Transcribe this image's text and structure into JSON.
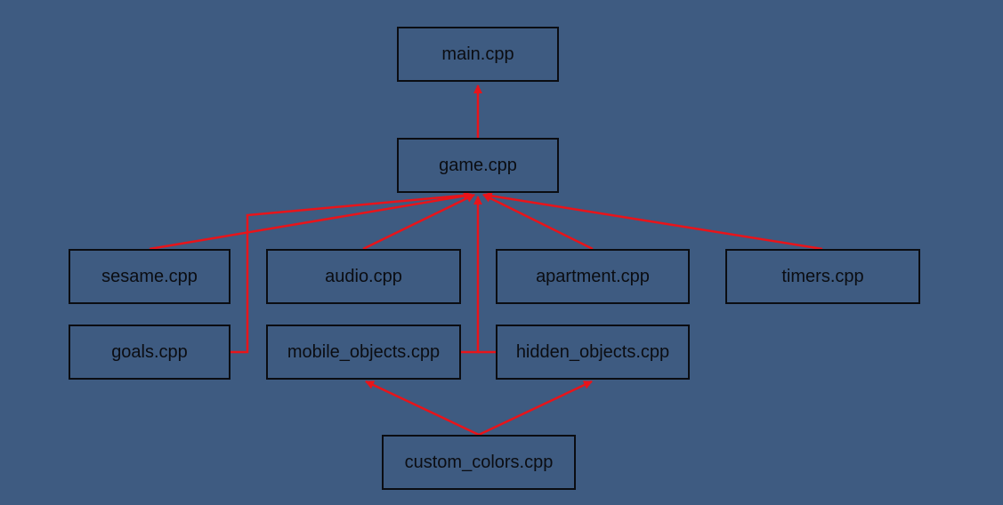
{
  "colors": {
    "background": "#3e5b81",
    "edge": "#e8141a",
    "box_border": "#0b0d12",
    "text": "#0b0d12"
  },
  "nodes": {
    "main": "main.cpp",
    "game": "game.cpp",
    "sesame": "sesame.cpp",
    "audio": "audio.cpp",
    "apartment": "apartment.cpp",
    "timers": "timers.cpp",
    "goals": "goals.cpp",
    "mobile_objects": "mobile_objects.cpp",
    "hidden_objects": "hidden_objects.cpp",
    "custom_colors": "custom_colors.cpp"
  },
  "edges": [
    {
      "from": "game",
      "to": "main"
    },
    {
      "from": "sesame",
      "to": "game"
    },
    {
      "from": "audio",
      "to": "game"
    },
    {
      "from": "apartment",
      "to": "game"
    },
    {
      "from": "timers",
      "to": "game"
    },
    {
      "from": "goals",
      "to": "game"
    },
    {
      "from": "mobile_objects",
      "to": "game"
    },
    {
      "from": "hidden_objects",
      "to": "game"
    },
    {
      "from": "custom_colors",
      "to": "mobile_objects"
    },
    {
      "from": "custom_colors",
      "to": "hidden_objects"
    }
  ]
}
